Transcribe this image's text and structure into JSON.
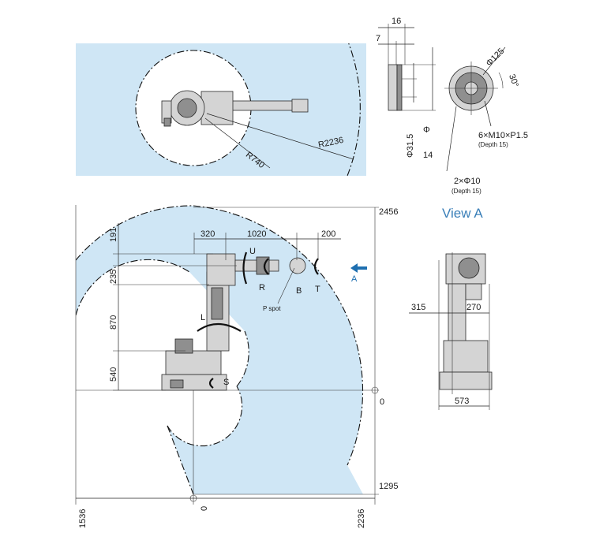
{
  "colors": {
    "envelope": "#cfe6f5",
    "view_label": "#3a7fb8",
    "view_arrow": "#1e6fb0",
    "robot_fill": "#d4d4d4"
  },
  "top_view": {
    "r_inner": "R740",
    "r_outer": "R2236"
  },
  "flange": {
    "dim_16": "16",
    "dim_7": "7",
    "dia_31_5": "Φ31.5",
    "dia_14_phi": "Φ",
    "dia_14_val": "14",
    "dia_125": "Φ125",
    "angle_30": "30°",
    "thread": "6×M10×P1.5",
    "thread_depth": "(Depth 15)",
    "pin": "2×Φ10",
    "pin_depth": "(Depth 15)"
  },
  "view_a": {
    "title": "View A",
    "dim_315": "315",
    "dim_270": "270",
    "dim_573": "573"
  },
  "side_view": {
    "dim_320": "320",
    "dim_1020": "1020",
    "dim_200": "200",
    "dim_191": "191",
    "dim_235": "235",
    "dim_870": "870",
    "dim_540": "540",
    "y_2456": "2456",
    "y_0": "0",
    "y_1295": "1295",
    "x_1536": "1536",
    "x_0": "0",
    "x_2236": "2236",
    "axis_u": "U",
    "axis_r": "R",
    "axis_b": "B",
    "axis_t": "T",
    "axis_l": "L",
    "axis_s": "S",
    "p_spot": "P spot",
    "arrow_a": "A"
  }
}
